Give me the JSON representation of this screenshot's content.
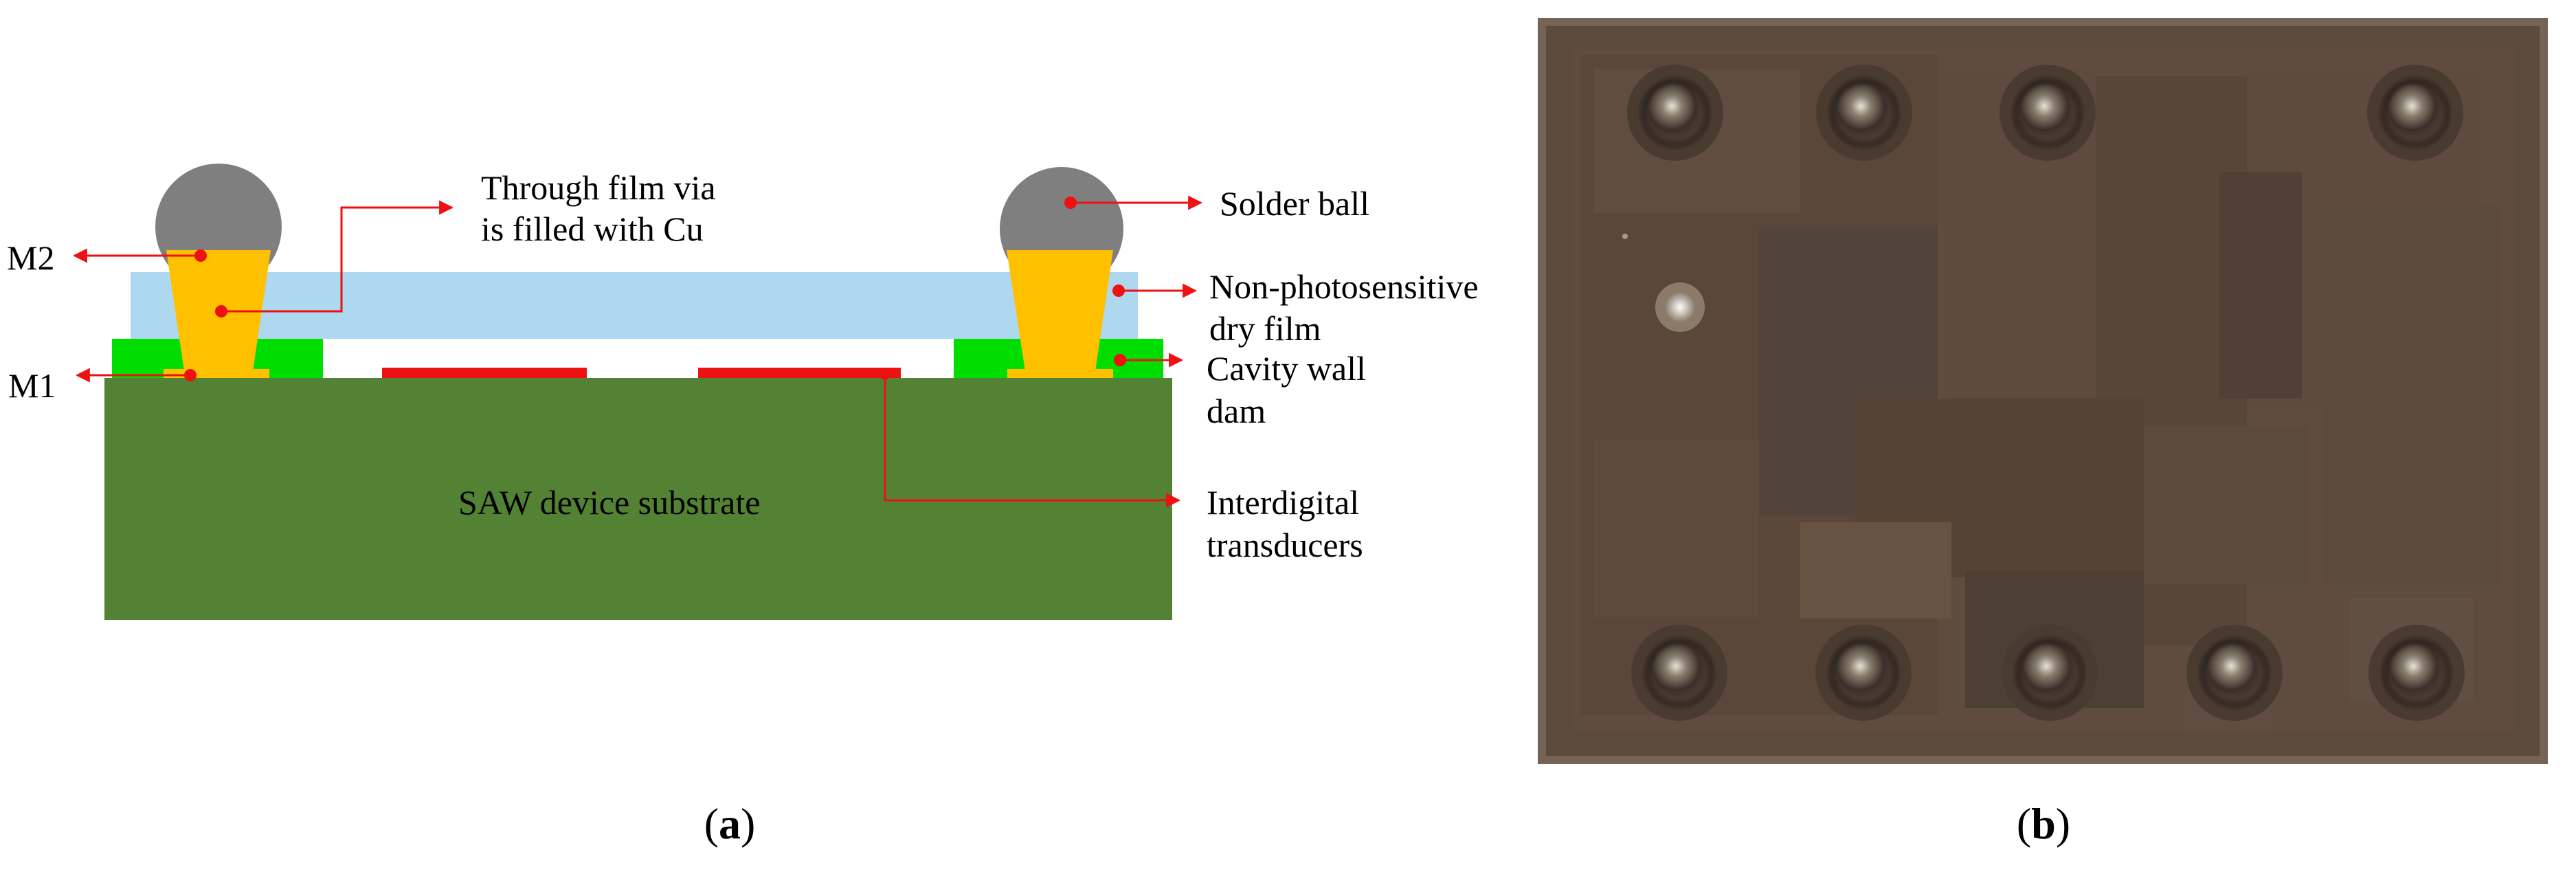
{
  "panel_a": {
    "labels": {
      "through_via_line1": "Through film via",
      "through_via_line2": "is filled with Cu",
      "solder_ball": "Solder ball",
      "dry_film_line1": "Non-photosensitive",
      "dry_film_line2": "dry film",
      "cavity_wall_line1": "Cavity wall",
      "cavity_wall_line2": "dam",
      "idt_line1": "Interdigital",
      "idt_line2": "transducers",
      "substrate": "SAW device substrate",
      "m2": "M2",
      "m1": "M1"
    },
    "caption": {
      "open": "(",
      "letter": "a",
      "close": ")"
    }
  },
  "panel_b": {
    "caption": {
      "open": "(",
      "letter": "b",
      "close": ")"
    }
  },
  "colors": {
    "substrate": "#548235",
    "cavity_wall": "#00dd00",
    "dry_film": "#add8f0",
    "via_copper": "#ffc000",
    "solder_ball": "#7f7f7f",
    "idt": "#ee1111",
    "leader": "#ee1111",
    "photo_base": "#5c4a3d"
  }
}
